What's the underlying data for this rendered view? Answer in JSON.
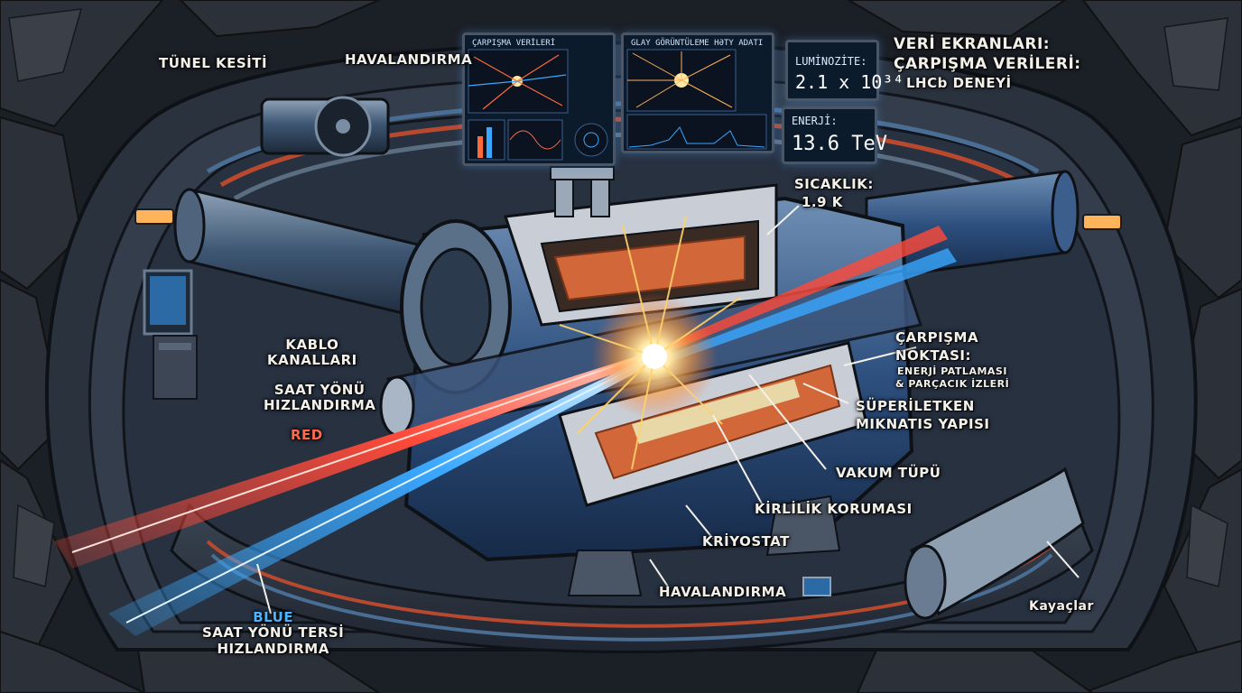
{
  "labels": {
    "tunnel_section": "TÜNEL KESİTİ",
    "ventilation_top": "HAVALANDIRMA",
    "data_screens": "VERİ EKRANLARI:",
    "collision_data": "ÇARPIŞMA VERİLERİ:",
    "lhcb": "LHCb DENEYİ",
    "temperature_title": "SICAKLIK:",
    "temperature_value": "1.9 K",
    "cable_ducts_1": "KABLO",
    "cable_ducts_2": "KANALLARI",
    "clockwise_1": "SAAT YÖNÜ",
    "clockwise_2": "HIZLANDIRMA",
    "red": "RED",
    "collision_point_1": "ÇARPIŞMA",
    "collision_point_2": "NOKTASI:",
    "energy_burst": "ENERJİ PATLAMASI",
    "particle_tracks": "& PARÇACIK İZLERİ",
    "magnet_1": "SÜPERİLETKEN",
    "magnet_2": "MIKNATIS YAPISI",
    "vacuum_tube": "VAKUM TÜPÜ",
    "contamination": "KİRLİLİK KORUMASI",
    "cryostat": "KRİYOSTAT",
    "ventilation_bottom": "HAVALANDIRMA",
    "rocks": "Kayaçlar",
    "blue": "BLUE",
    "counter_1": "SAAT YÖNÜ TERSİ",
    "counter_2": "HIZLANDIRMA"
  },
  "screens": {
    "collision_view_title": "ÇARPIŞMA VERİLERİ",
    "display_title": "GLAY GÖRÜNTÜLEME HƏTY ADATI",
    "luminosity_label": "LUMİNOZİTE:",
    "luminosity_value": "2.1 x 10³⁴",
    "energy_label": "ENERJİ:",
    "energy_value": "13.6 TeV"
  },
  "colors": {
    "red_beam": "#ff4a3a",
    "blue_beam": "#3aa8ff",
    "burst": "#ffd36a",
    "magnet_copper": "#d2683a"
  }
}
